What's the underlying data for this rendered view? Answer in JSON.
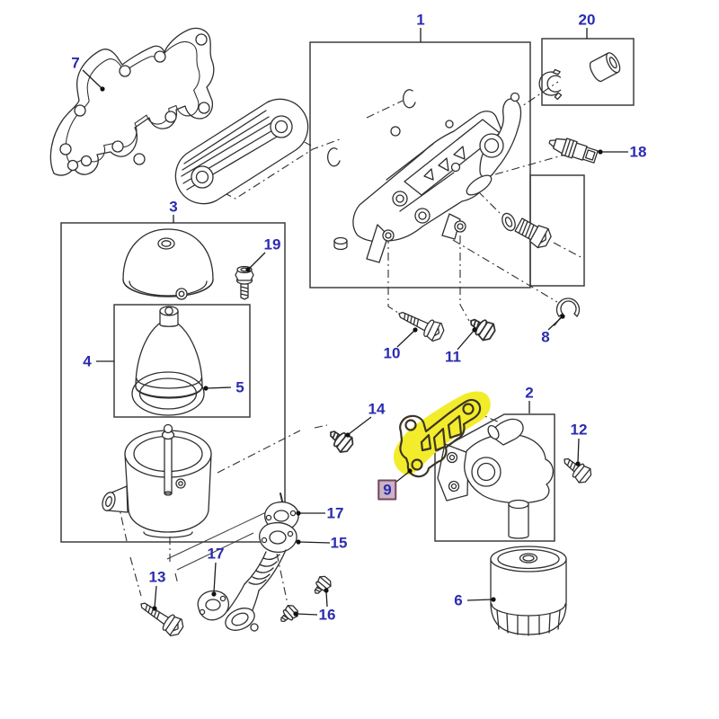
{
  "diagram": {
    "type": "exploded-parts-diagram",
    "background_color": "#ffffff",
    "line_color": "#2f2f2f",
    "callout_color": "#2b2bb0",
    "highlight_color": "#f3ec2b",
    "selected_callout": "9",
    "selected_callout_style": {
      "background": "#c9b3c6",
      "border": "#76445c"
    },
    "callouts": {
      "k1": "1",
      "k2": "2",
      "k3": "3",
      "k4": "4",
      "k5": "5",
      "k6": "6",
      "k7": "7",
      "k8": "8",
      "k9": "9",
      "k10": "10",
      "k11": "11",
      "k12": "12",
      "k13": "13",
      "k14": "14",
      "k15": "15",
      "k16": "16",
      "k17a": "17",
      "k17b": "17",
      "k18": "18",
      "k19": "19",
      "k20": "20"
    }
  }
}
